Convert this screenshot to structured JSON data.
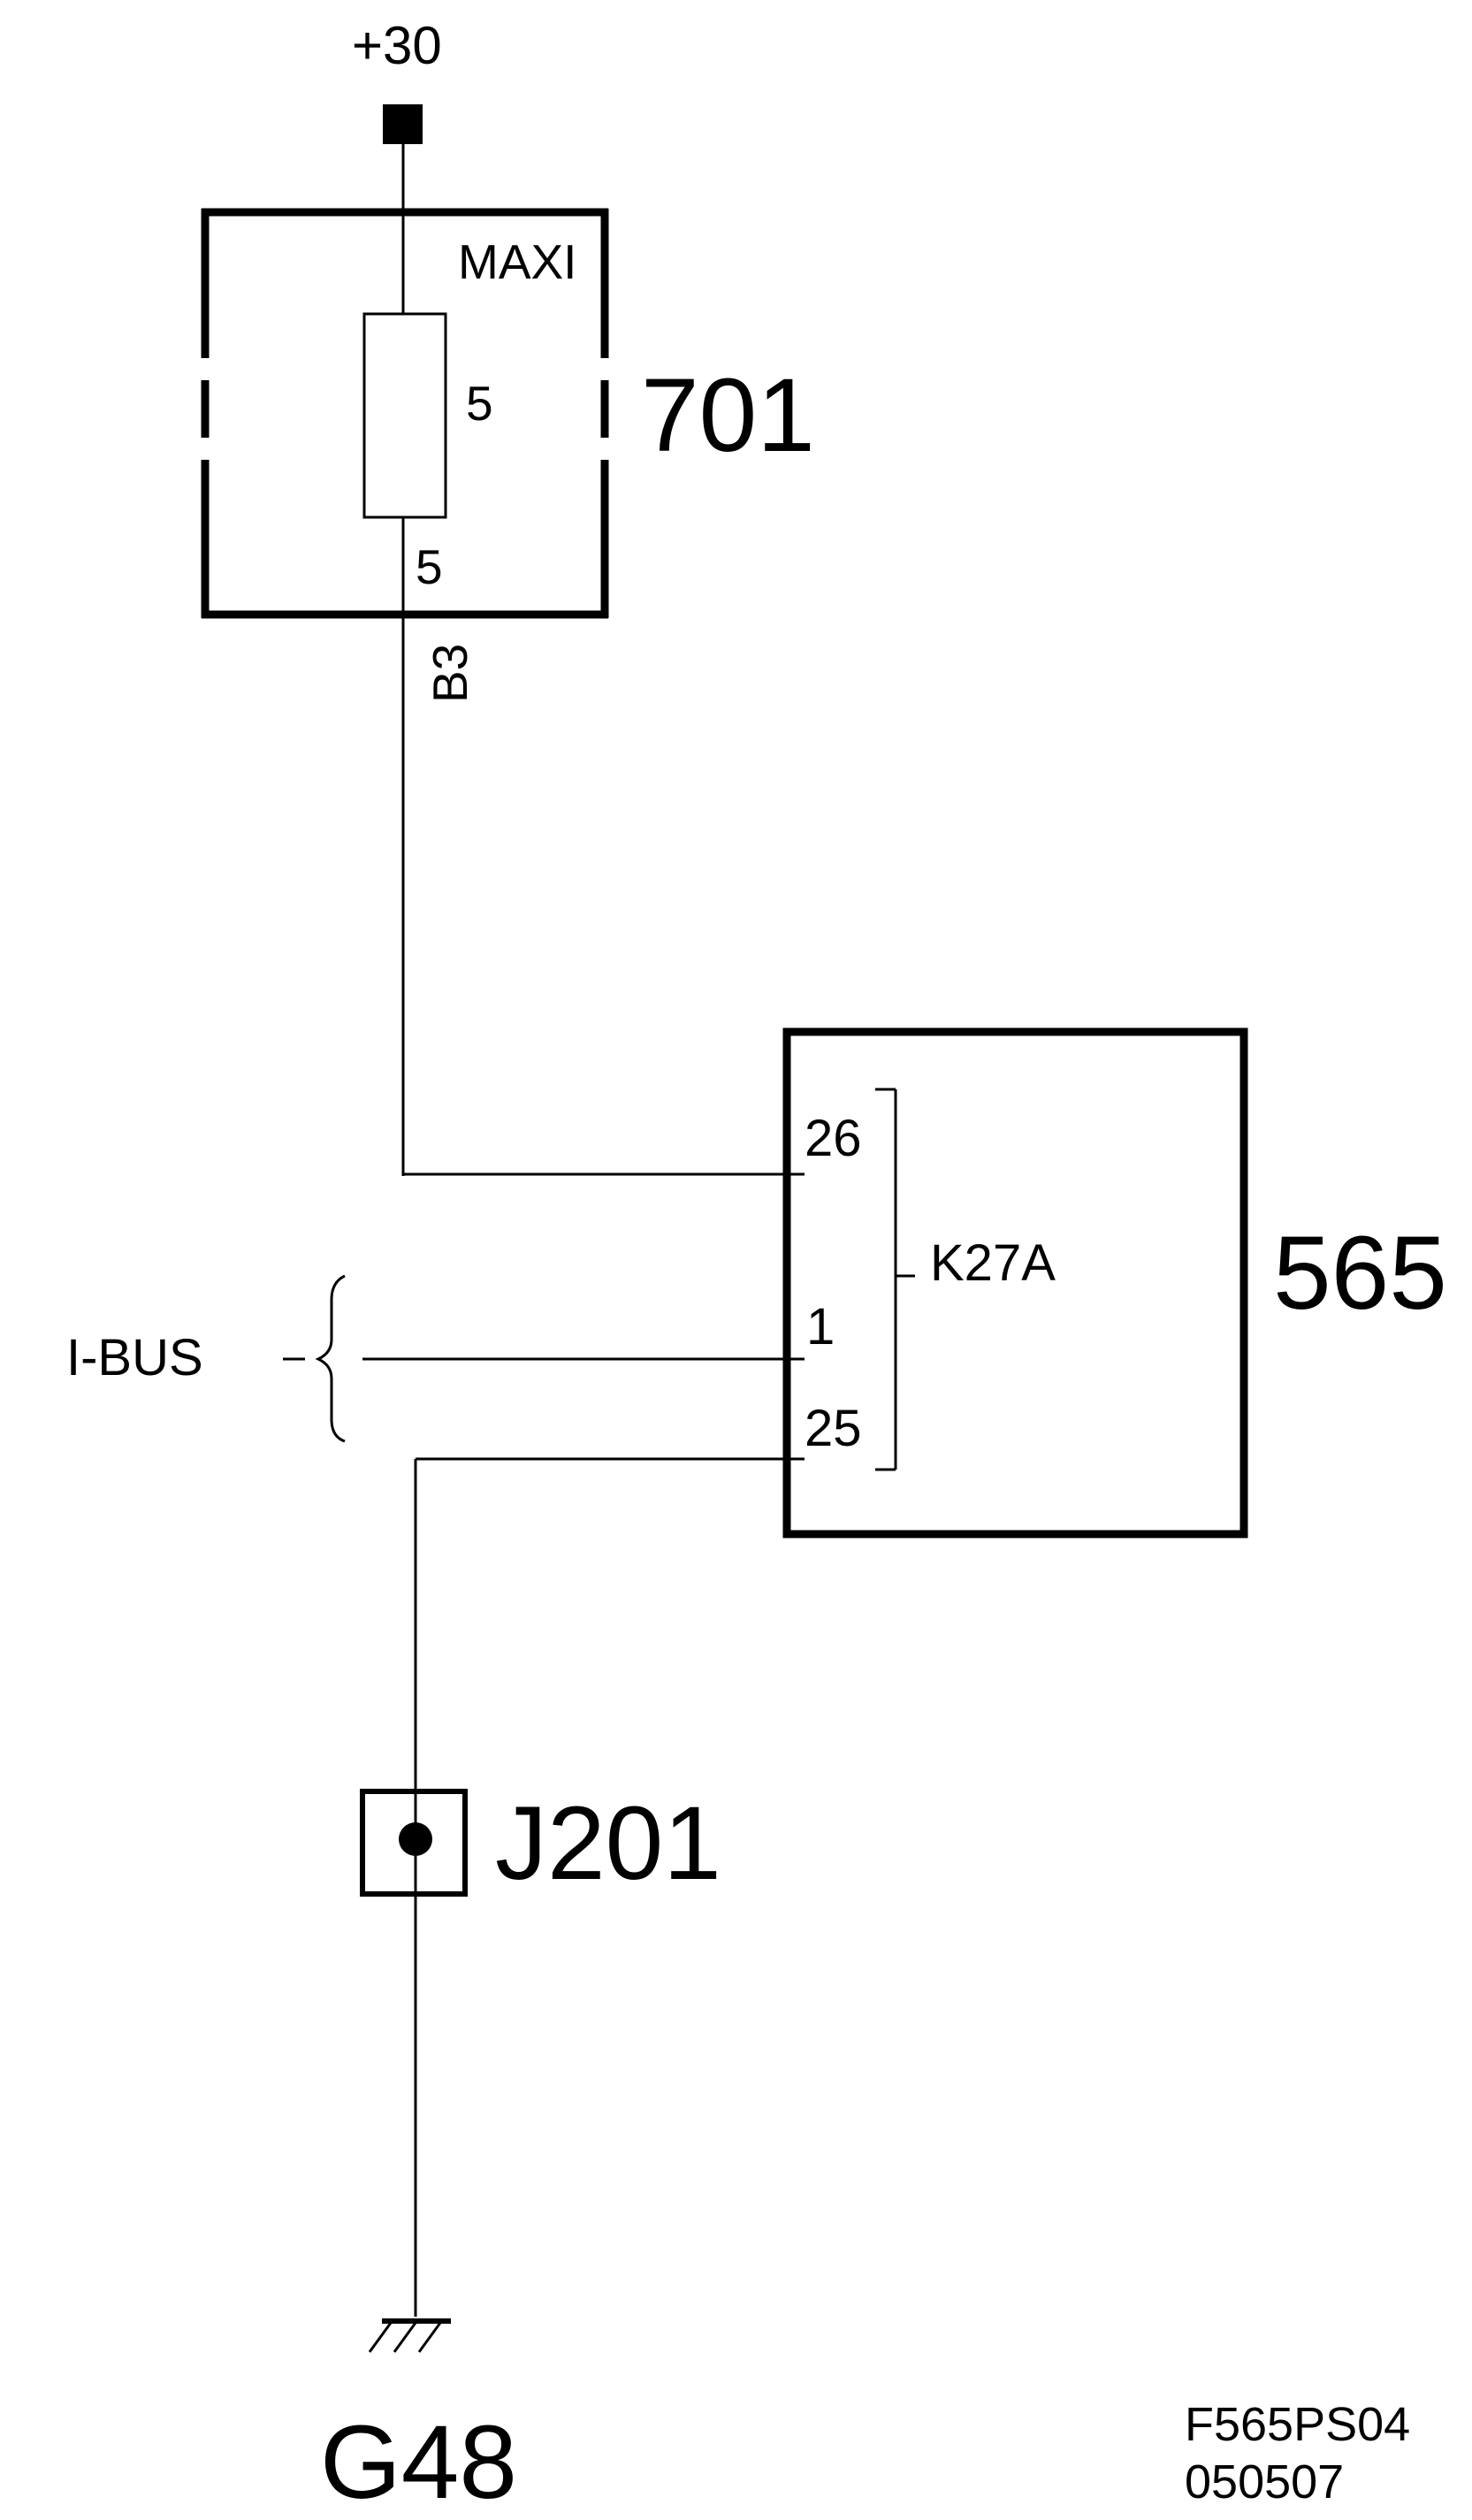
{
  "supply": {
    "label": "+30"
  },
  "fuse_box": {
    "number": "701",
    "type_label": "MAXI",
    "rating": "5",
    "fuse_id": "5",
    "wire_code": "B3"
  },
  "control_module": {
    "number": "565",
    "connector": "K27A",
    "pins": [
      "26",
      "1",
      "25"
    ]
  },
  "bus": {
    "label": "I-BUS"
  },
  "junction": {
    "label": "J201"
  },
  "ground": {
    "label": "G48"
  },
  "document": {
    "code": "F565PS04",
    "date": "050507"
  },
  "colors": {
    "line": "#000000",
    "background": "#ffffff"
  }
}
